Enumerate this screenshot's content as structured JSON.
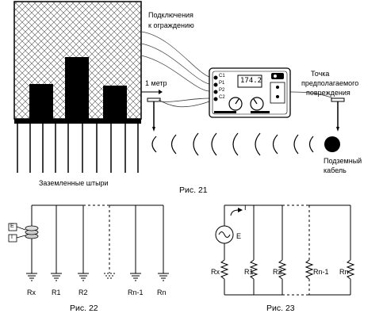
{
  "figures": {
    "fig21": {
      "caption": "Рис. 21",
      "fence_connection_label_line1": "Подключения",
      "fence_connection_label_line2": "к ограждению",
      "distance_label": "1 метр",
      "fault_point_label_line1": "Точка",
      "fault_point_label_line2": "предполагаемого",
      "fault_point_label_line3": "повреждения",
      "cable_label_line1": "Подземный",
      "cable_label_line2": "кабель",
      "ground_rods_label": "Заземленные штыри",
      "display_value": "174.2",
      "terminals": [
        "C1",
        "P1",
        "P2",
        "C2"
      ]
    },
    "fig22": {
      "caption": "Рис. 22",
      "terminal_labels": [
        "E",
        "I"
      ],
      "resistors": [
        "Rx",
        "R1",
        "R2",
        "Rn-1",
        "Rn"
      ]
    },
    "fig23": {
      "caption": "Рис. 23",
      "current_label": "I",
      "source_label": "E",
      "resistors": [
        "Rx",
        "R1",
        "R2",
        "Rn-1",
        "Rn"
      ]
    }
  }
}
